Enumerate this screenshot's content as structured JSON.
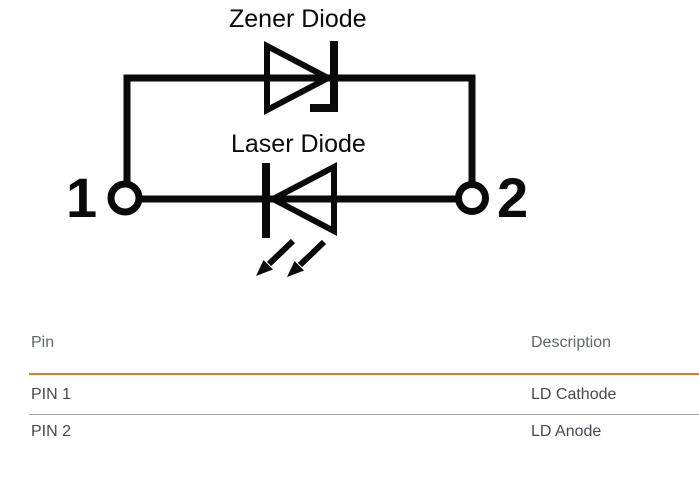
{
  "diagram": {
    "zener_label": "Zener Diode",
    "laser_label": "Laser Diode",
    "pin1_label": "1",
    "pin2_label": "2",
    "line_color": "#0a0a0a"
  },
  "table": {
    "header": {
      "pin": "Pin",
      "description": "Description"
    },
    "rows": [
      {
        "pin": "PIN 1",
        "description": "LD Cathode"
      },
      {
        "pin": "PIN 2",
        "description": "LD Anode"
      }
    ],
    "accent_color": "#E87722",
    "divider_color": "#A5A5A5"
  }
}
